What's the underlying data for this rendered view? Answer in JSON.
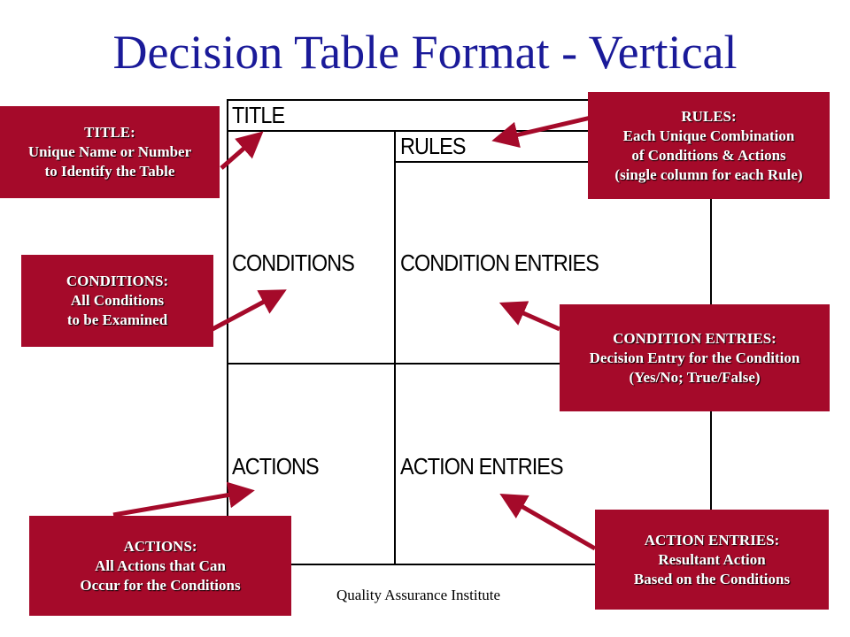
{
  "slide": {
    "title": "Decision Table Format - Vertical",
    "footer": "Quality Assurance Institute"
  },
  "table": {
    "title_label": "TITLE",
    "rules_label": "RULES",
    "conditions_label": "CONDITIONS",
    "condition_entries_label": "CONDITION ENTRIES",
    "actions_label": "ACTIONS",
    "action_entries_label": "ACTION ENTRIES"
  },
  "callouts": {
    "title": [
      "TITLE:",
      "Unique Name or Number",
      "to Identify the Table"
    ],
    "rules": [
      "RULES:",
      "Each Unique Combination",
      "of Conditions & Actions",
      "(single column for each Rule)"
    ],
    "conditions": [
      "CONDITIONS:",
      "All Conditions",
      "to be Examined"
    ],
    "condition_entries": [
      "CONDITION ENTRIES:",
      "Decision Entry for the Condition",
      "(Yes/No; True/False)"
    ],
    "actions": [
      "ACTIONS:",
      "All Actions that Can",
      "Occur for the Conditions"
    ],
    "action_entries": [
      "ACTION ENTRIES:",
      "Resultant Action",
      "Based on the Conditions"
    ]
  },
  "colors": {
    "title_text": "#1a1a99",
    "callout_fill": "#a50a2a",
    "arrow": "#a50a2a"
  }
}
